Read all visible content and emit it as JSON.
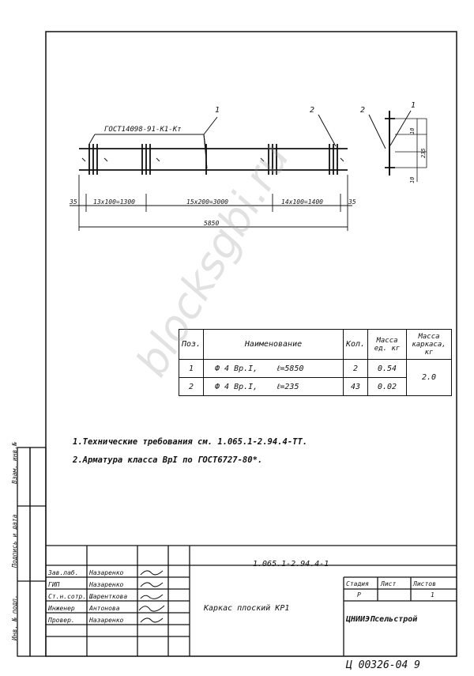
{
  "drawing": {
    "gost_label": "ГОСТ14098-91-К1-Кт",
    "callout_1": "1",
    "callout_2": "2",
    "side_callout_1": "1",
    "side_callout_2": "2",
    "dim_end_left": "35",
    "dim_seg_left": "13х100=1300",
    "dim_seg_mid": "15х200=3000",
    "dim_seg_right": "14х100=1400",
    "dim_end_right": "35",
    "dim_total": "5850",
    "side_dim_top": "10",
    "side_dim_height": "235",
    "side_dim_bottom": "10"
  },
  "spec_table": {
    "headers": {
      "pos": "Поз.",
      "name": "Наименование",
      "qty": "Кол.",
      "mass_unit": "Масса ед. кг",
      "mass_frame": "Масса каркаса, кг"
    },
    "rows": [
      {
        "pos": "1",
        "name": "Ф 4 Вр.I,",
        "length": "ℓ=5850",
        "qty": "2",
        "mass": "0.54"
      },
      {
        "pos": "2",
        "name": "Ф 4 Вр.I,",
        "length": "ℓ=235",
        "qty": "43",
        "mass": "0.02"
      }
    ],
    "frame_mass": "2.0"
  },
  "notes": [
    "1.Технические требования см. 1.065.1-2.94.4-ТТ.",
    "2.Арматура класса ВрI по ГОСТ6727-80*."
  ],
  "side_strip": {
    "cell_top": "Взам. инв.№",
    "cell_mid": "Подпись и дата",
    "cell_bot": "Инв. № подл."
  },
  "title_block": {
    "doc_code": "1.065.1-2.94.4-1",
    "roles": [
      {
        "role": "Зав.лаб.",
        "name": "Назаренко"
      },
      {
        "role": "ГИП",
        "name": "Назаренко"
      },
      {
        "role": "Ст.н.сотр.",
        "name": "Шаренткова"
      },
      {
        "role": "Инженер",
        "name": "Антонова"
      },
      {
        "role": "Провер.",
        "name": "Назаренко"
      }
    ],
    "title": "Каркас плоский КР1",
    "stage_label": "Стадия",
    "sheet_label": "Лист",
    "sheets_label": "Листов",
    "stage_value": "Р",
    "sheets_value": "1",
    "organization": "ЦНИИЭПсельстрой",
    "archive_number": "Ц 00326-04 9"
  },
  "watermark": "blocksgbi.ru"
}
